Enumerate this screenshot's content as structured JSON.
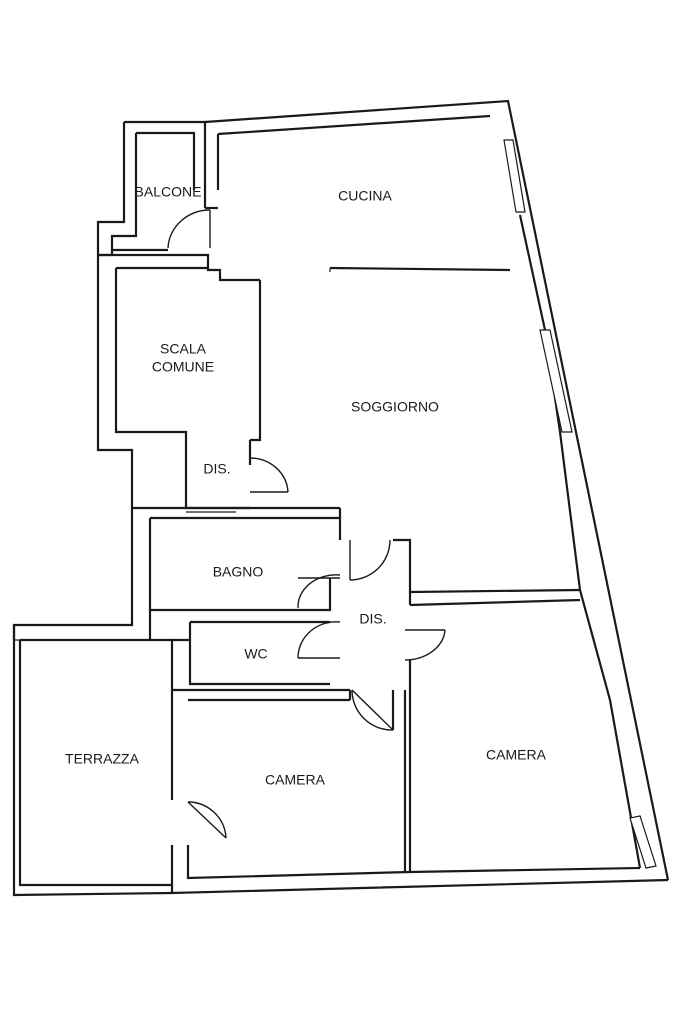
{
  "plan": {
    "rooms": {
      "balcone": "BALCONE",
      "cucina": "CUCINA",
      "scala_line1": "SCALA",
      "scala_line2": "COMUNE",
      "soggiorno": "SOGGIORNO",
      "dis_upper": "DIS.",
      "bagno": "BAGNO",
      "dis_center": "DIS.",
      "wc": "WC",
      "terrazza": "TERRAZZA",
      "camera_left": "CAMERA",
      "camera_right": "CAMERA"
    }
  }
}
